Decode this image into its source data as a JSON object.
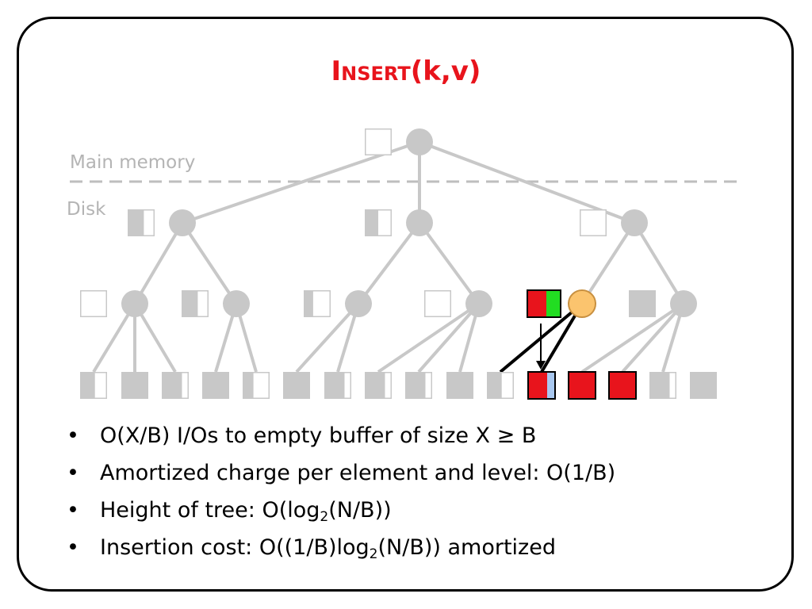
{
  "slide": {
    "title": {
      "initial": "I",
      "rest": "NSERT",
      "args": "(k,v)"
    },
    "labels": {
      "main_memory": "Main memory",
      "disk": "Disk"
    },
    "bullet_symbol": "•",
    "bullets": [
      {
        "parts": [
          {
            "text": "O(X/B) I/Os to empty buffer of size X ≥ B"
          }
        ]
      },
      {
        "parts": [
          {
            "text": "Amortized charge per element and level: O(1/B)"
          }
        ]
      },
      {
        "parts": [
          {
            "text": "Height of tree: O(log"
          },
          {
            "sub": "2"
          },
          {
            "text": "(N/B))"
          }
        ]
      },
      {
        "parts": [
          {
            "text": "Insertion cost: O((1/B)log"
          },
          {
            "sub": "2"
          },
          {
            "text": "(N/B)) amortized"
          }
        ]
      }
    ]
  },
  "colors": {
    "node_gray": "#c8c8c8",
    "edge_gray": "#c8c8c8",
    "divider_gray": "#bebebe",
    "label_gray": "#b4b4b4",
    "highlight_node": "#fbc46e",
    "buffer_red": "#e8141c",
    "buffer_green": "#22dd22",
    "buffer_light_blue": "#a9c8f0",
    "title_red": "#e8141c"
  },
  "tree": {
    "levels": 4,
    "fanout_per_internal_node": [
      3,
      2,
      2,
      3,
      2,
      3
    ],
    "root_buffer_fill": 0,
    "level1_buffer_fill": [
      0.6,
      0.5,
      0
    ],
    "level2_buffer_fill": [
      0,
      0.6,
      0.35,
      0,
      "red-green",
      1
    ],
    "leaf_buffer_fill": [
      0.55,
      1,
      0.75,
      1,
      0.4,
      1,
      0.75,
      0.75,
      0.75,
      1,
      0.55,
      "red-lightblue",
      "red",
      "red",
      0.75,
      1
    ],
    "highlighted_node": "level2-node-5"
  }
}
